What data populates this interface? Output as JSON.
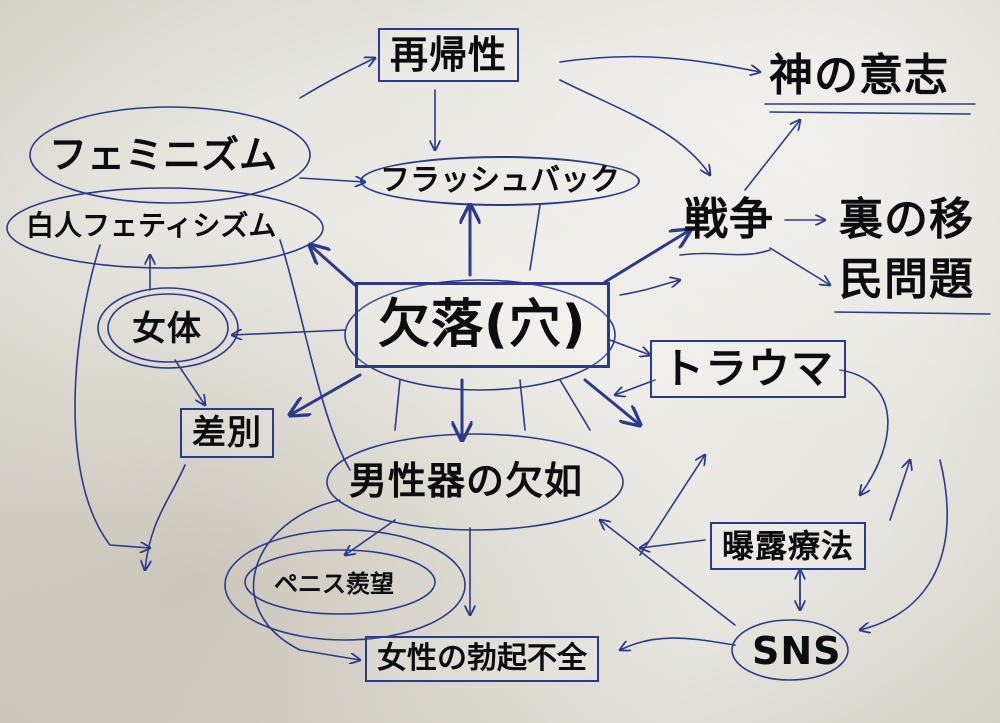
{
  "diagram": {
    "nodes": {
      "saiki": "再帰性",
      "kami": "神の意志",
      "feminism": "フェミニズム",
      "flashback": "フラッシュバック",
      "hakujin": "白人フェティシズム",
      "senso": "戦争",
      "ura": "裏の移",
      "imin": "民問題",
      "nyotai": "女体",
      "ketsuraku": "欠落(穴)",
      "trauma": "トラウマ",
      "sabetsu": "差別",
      "danseiki": "男性器の欠如",
      "bakuro": "曝露療法",
      "penis": "ペニス羨望",
      "sns": "SNS",
      "bokki": "女性の勃起不全"
    }
  },
  "colors": {
    "ink": "#2c3a8a",
    "text": "#0d0d10"
  }
}
